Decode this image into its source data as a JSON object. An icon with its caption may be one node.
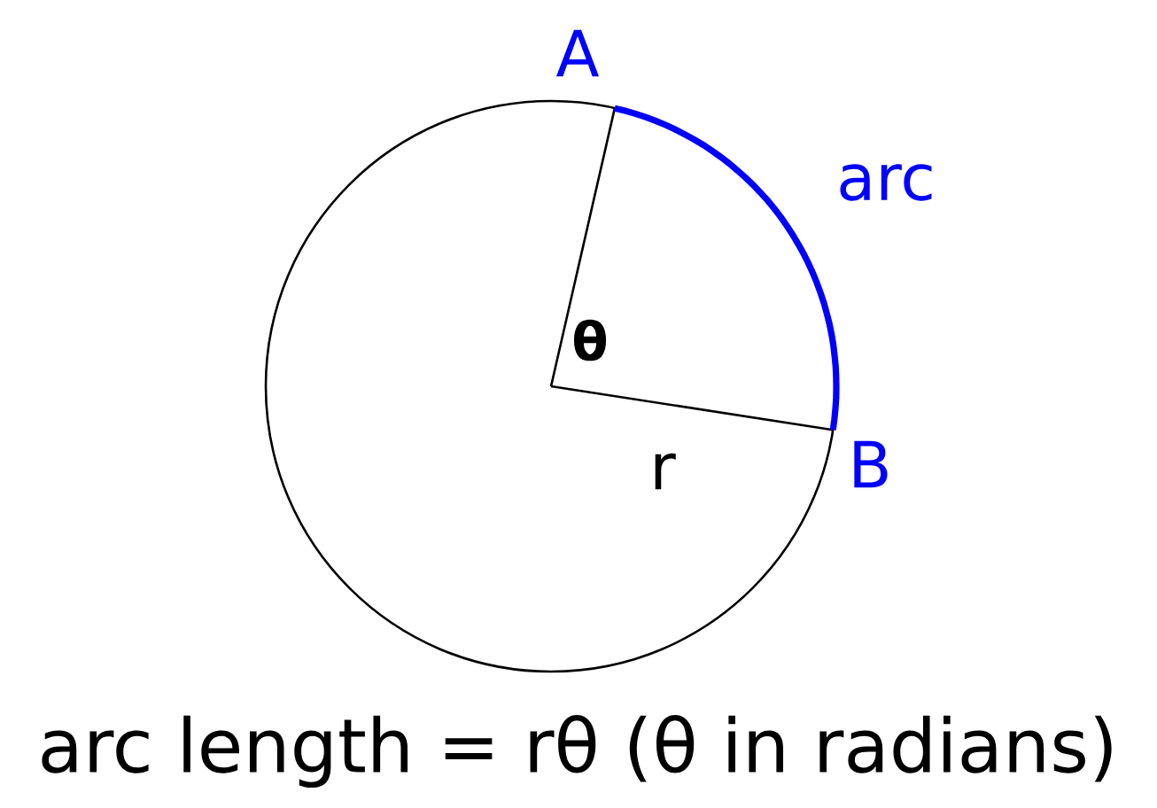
{
  "diagram": {
    "caption": "arc length = rθ (θ in radians)",
    "labels": [
      "A",
      "arc",
      "θ",
      "B",
      "r"
    ]
  }
}
